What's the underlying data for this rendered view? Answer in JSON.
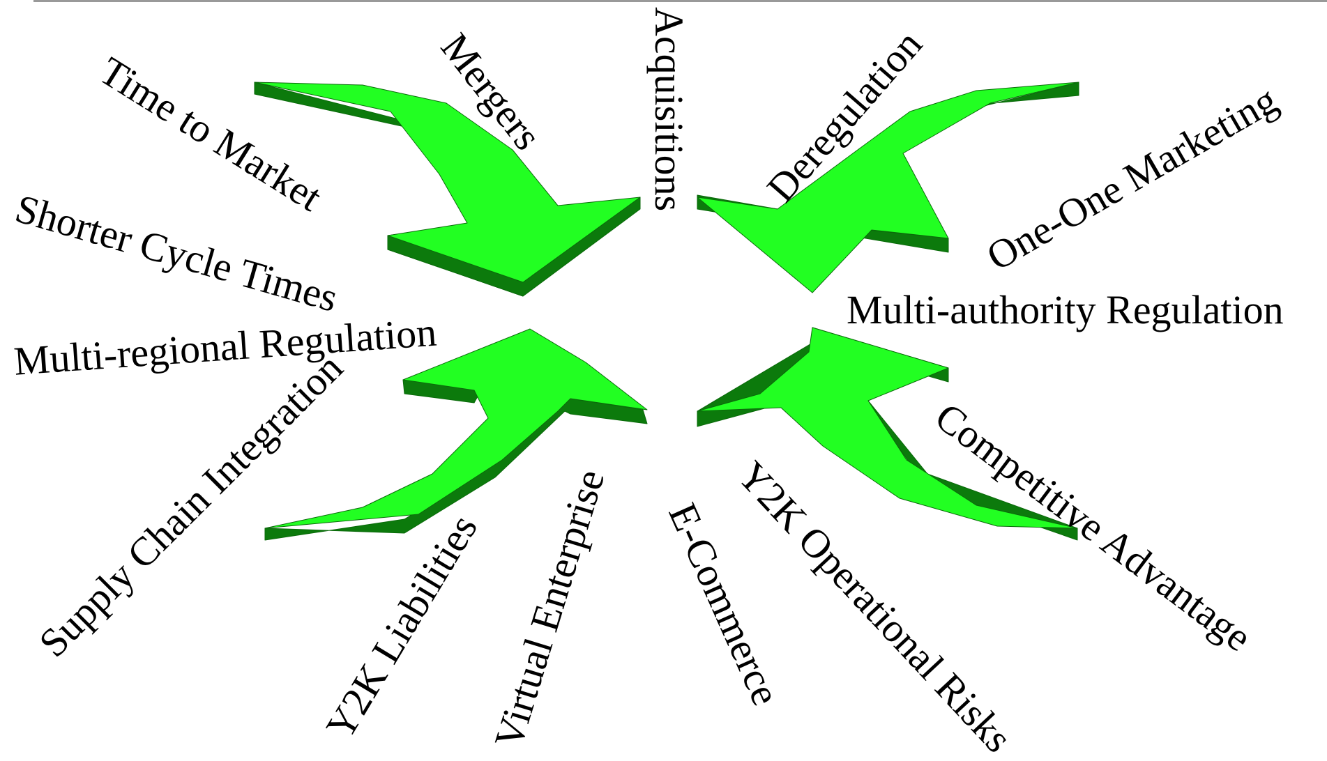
{
  "colors": {
    "arrow_face": "#22ff22",
    "arrow_side": "#0c7a0c",
    "arrow_edge": "#0a6a0a",
    "rule": "#999999"
  },
  "labels": {
    "time_to_market": "Time to Market",
    "mergers": "Mergers",
    "acquisitions": "Acquisitions",
    "deregulation": "Deregulation",
    "one_one_marketing": "One-One Marketing",
    "shorter_cycle_times": "Shorter Cycle Times",
    "multi_authority_regulation": "Multi-authority Regulation",
    "multi_regional_regulation": "Multi-regional Regulation",
    "supply_chain_integration": "Supply Chain Integration",
    "competitive_advantage": "Competitive Advantage",
    "y2k_liabilities": "Y2K Liabilities",
    "virtual_enterprise": "Virtual Enterprise",
    "e_commerce": "E-Commerce",
    "y2k_operational_risks": "Y2K Operational Risks"
  }
}
